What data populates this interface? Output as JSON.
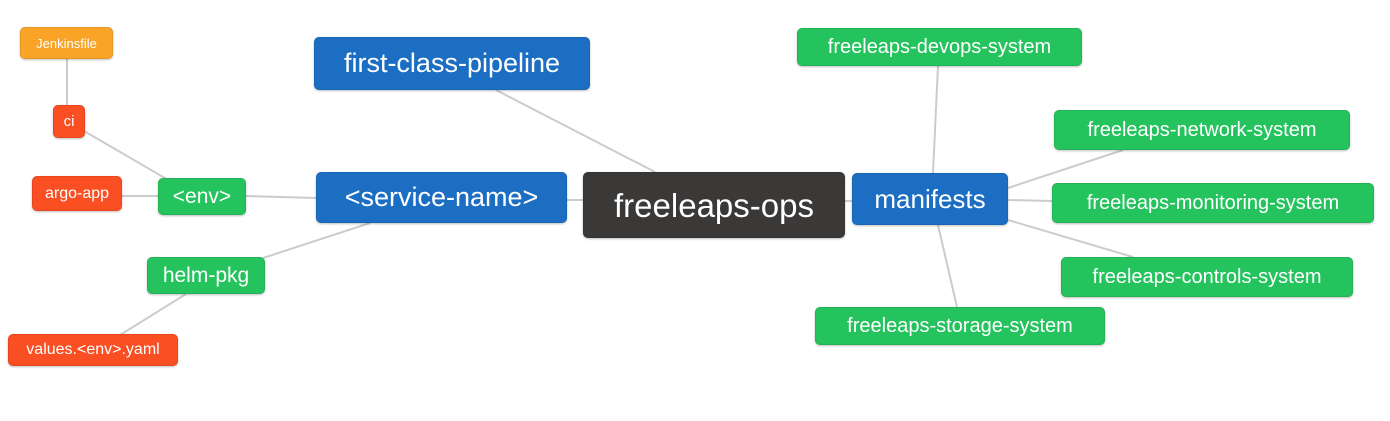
{
  "diagram": {
    "type": "mindmap",
    "root": "freeleaps_ops",
    "colors": {
      "blue": "#1B6EC2",
      "green": "#25C35E",
      "orange": "#F9A327",
      "red": "#FA4E23",
      "dark": "#3B3838",
      "edge": "#CCCCCC",
      "background": "#FFFFFF",
      "node_text": "#FFFFFF"
    },
    "nodes": {
      "jenkinsfile": {
        "label": "Jenkinsfile",
        "color": "orange"
      },
      "ci": {
        "label": "ci",
        "color": "red"
      },
      "argo_app": {
        "label": "argo-app",
        "color": "red"
      },
      "env": {
        "label": "<env>",
        "color": "green"
      },
      "helm_pkg": {
        "label": "helm-pkg",
        "color": "green"
      },
      "values_env_yaml": {
        "label": "values.<env>.yaml",
        "color": "red"
      },
      "first_class_pipeline": {
        "label": "first-class-pipeline",
        "color": "blue"
      },
      "service_name": {
        "label": "<service-name>",
        "color": "blue"
      },
      "freeleaps_ops": {
        "label": "freeleaps-ops",
        "color": "dark"
      },
      "manifests": {
        "label": "manifests",
        "color": "blue"
      },
      "devops_system": {
        "label": "freeleaps-devops-system",
        "color": "green"
      },
      "network_system": {
        "label": "freeleaps-network-system",
        "color": "green"
      },
      "monitoring_system": {
        "label": "freeleaps-monitoring-system",
        "color": "green"
      },
      "controls_system": {
        "label": "freeleaps-controls-system",
        "color": "green"
      },
      "storage_system": {
        "label": "freeleaps-storage-system",
        "color": "green"
      }
    },
    "edges": [
      [
        "jenkinsfile",
        "ci"
      ],
      [
        "ci",
        "env"
      ],
      [
        "argo_app",
        "env"
      ],
      [
        "env",
        "service_name"
      ],
      [
        "service_name",
        "helm_pkg"
      ],
      [
        "helm_pkg",
        "values_env_yaml"
      ],
      [
        "service_name",
        "freeleaps_ops"
      ],
      [
        "first_class_pipeline",
        "freeleaps_ops"
      ],
      [
        "freeleaps_ops",
        "manifests"
      ],
      [
        "manifests",
        "devops_system"
      ],
      [
        "manifests",
        "network_system"
      ],
      [
        "manifests",
        "monitoring_system"
      ],
      [
        "manifests",
        "controls_system"
      ],
      [
        "manifests",
        "storage_system"
      ]
    ]
  }
}
